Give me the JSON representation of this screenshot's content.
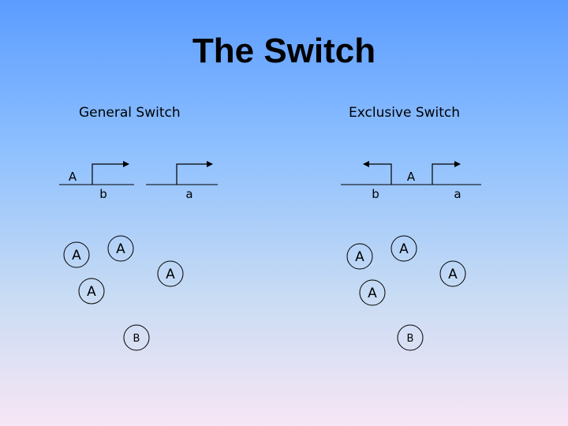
{
  "title": "The Switch",
  "general": {
    "heading": "General Switch",
    "top_a": "A",
    "label_b": "b",
    "label_a": "a",
    "node_left": "A",
    "node_top": "A",
    "node_right": "A",
    "node_bottom": "A",
    "node_b": "B"
  },
  "exclusive": {
    "heading": "Exclusive Switch",
    "top_a": "A",
    "label_b": "b",
    "label_a": "a",
    "node_left": "A",
    "node_top": "A",
    "node_right": "A",
    "node_bottom": "A",
    "node_b": "B"
  }
}
